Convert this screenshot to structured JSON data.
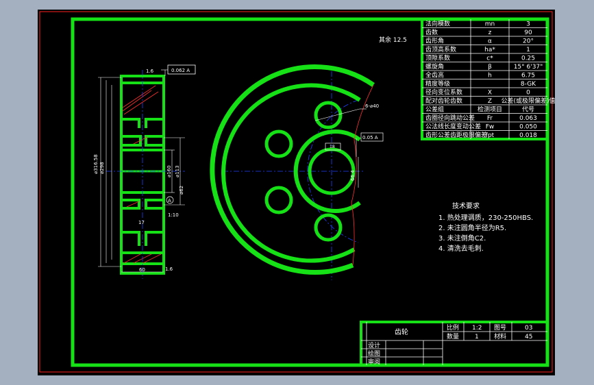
{
  "drawing": {
    "roughness_note": "其余 12.5",
    "gear_params": {
      "rows": [
        {
          "name": "法向模数",
          "symbol": "mn",
          "value": "3"
        },
        {
          "name": "齿数",
          "symbol": "z",
          "value": "90"
        },
        {
          "name": "齿形角",
          "symbol": "α",
          "value": "20°"
        },
        {
          "name": "齿顶高系数",
          "symbol": "ha*",
          "value": "1"
        },
        {
          "name": "顶隙系数",
          "symbol": "c*",
          "value": "0.25"
        },
        {
          "name": "螺旋角",
          "symbol": "β",
          "value": "15° 6'37\""
        },
        {
          "name": "全齿高",
          "symbol": "h",
          "value": "6.75"
        },
        {
          "name": "精度等级",
          "symbol": "",
          "value": "8-GK"
        },
        {
          "name": "径向变位系数",
          "symbol": "X",
          "value": "0"
        },
        {
          "name": "配对齿轮齿数",
          "symbol": "Z",
          "value": "公差(或极限偏差)值"
        },
        {
          "name": "公差组",
          "symbol": "检测项目",
          "value": "代号"
        },
        {
          "name": "齿圈径向跳动公差",
          "symbol": "Fr",
          "value": "0.063"
        },
        {
          "name": "公法线长度变动公差",
          "symbol": "Fw",
          "value": "0.050"
        },
        {
          "name": "齿形公差齿距极限偏差",
          "symbol": "fpt",
          "value": "0.018"
        }
      ]
    },
    "tech_requirements": {
      "title": "技术要求",
      "items": [
        "1. 热处理调质，230-250HBS.",
        "2. 未注圆角半径为R5.",
        "3. 未注倒角C2.",
        "4. 清洗去毛刺."
      ]
    },
    "title_block": {
      "part_name": "齿轮",
      "scale_label": "比例",
      "scale_value": "1:2",
      "drawing_no_label": "图号",
      "drawing_no_value": "03",
      "qty_label": "数量",
      "qty_value": "1",
      "material_label": "材料",
      "material_value": "45",
      "designer_label": "设计",
      "drawer_label": "绘图",
      "reviewer_label": "审阅"
    },
    "side_view_dims": {
      "tol_box": "0.062 A",
      "dim_top": "1.6",
      "dia_outer": "⌀316.58",
      "dia_root": "⌀298",
      "dia_hub": "⌀160",
      "dia_113": "⌀113",
      "dia_bore": "⌀62",
      "datum_a": "A",
      "dim_110": "1:10",
      "dim_17": "17",
      "width_60": "60",
      "dim_bottom": "1.6"
    },
    "front_view_dims": {
      "holes": "6-⌀40",
      "tol_box": "0.05 A",
      "keyway_w": "18",
      "keyway_d": "66.4"
    }
  }
}
